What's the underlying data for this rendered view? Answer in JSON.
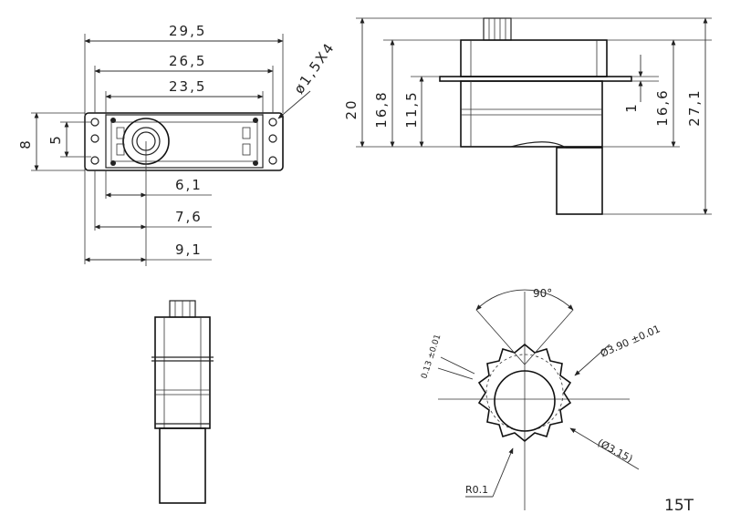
{
  "top_view": {
    "width_overall": "29,5",
    "width_mid": "26,5",
    "width_inner": "23,5",
    "hole_spec": "ø1,5X4",
    "height_outer": "8",
    "height_inner": "5",
    "offset_a": "6,1",
    "offset_b": "7,6",
    "offset_c": "9,1"
  },
  "side_view": {
    "h_20": "20",
    "h_16_8": "16,8",
    "h_11_5": "11,5",
    "flange": "1",
    "h_16_6": "16,6",
    "h_27_1": "27,1"
  },
  "spline": {
    "angle": "90°",
    "tooth": "0.13 ±0.01",
    "outer_dia": "Ø3.90 ±0.01",
    "inner_dia": "(Ø3.15)",
    "radius": "R0.1",
    "teeth_label": "15T"
  }
}
